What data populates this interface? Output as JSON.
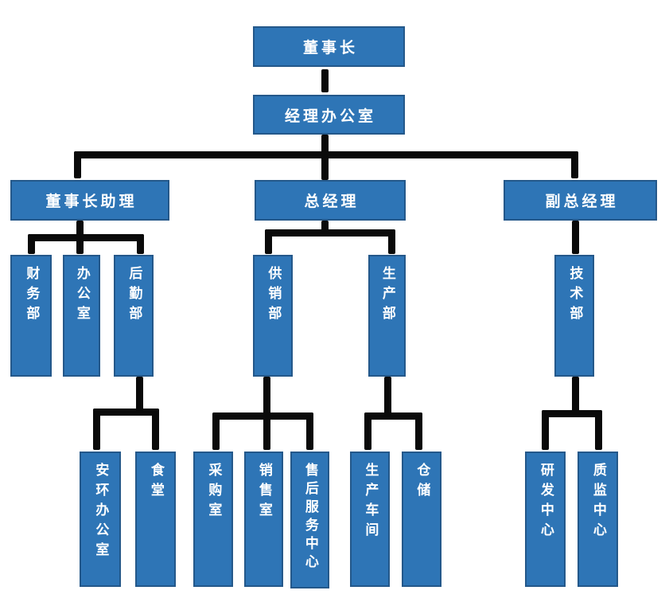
{
  "colors": {
    "node_fill": "#2E75B6",
    "node_border": "#24588A",
    "node_text": "#FFFFFF",
    "connector": "#0A0A0A",
    "background": "#FFFFFF"
  },
  "nodes": {
    "chairman": {
      "label": "董事长"
    },
    "manager_office": {
      "label": "经理办公室"
    },
    "chairman_assistant": {
      "label": "董事长助理"
    },
    "general_manager": {
      "label": "总经理"
    },
    "deputy_general_manager": {
      "label": "副总经理"
    },
    "finance_dept": {
      "label": "财务部"
    },
    "office": {
      "label": "办公室"
    },
    "logistics_dept": {
      "label": "后勤部"
    },
    "supply_sales_dept": {
      "label": "供销部"
    },
    "production_dept": {
      "label": "生产部"
    },
    "technology_dept": {
      "label": "技术部"
    },
    "safety_env_office": {
      "label": "安环办公室"
    },
    "canteen": {
      "label": "食堂"
    },
    "purchasing_office": {
      "label": "采购室"
    },
    "sales_office": {
      "label": "销售室"
    },
    "aftersales_service_center": {
      "label": "售后服务中心"
    },
    "production_workshop": {
      "label": "生产车间"
    },
    "warehouse": {
      "label": "仓储"
    },
    "rd_center": {
      "label": "研发中心"
    },
    "quality_center": {
      "label": "质监中心"
    }
  }
}
